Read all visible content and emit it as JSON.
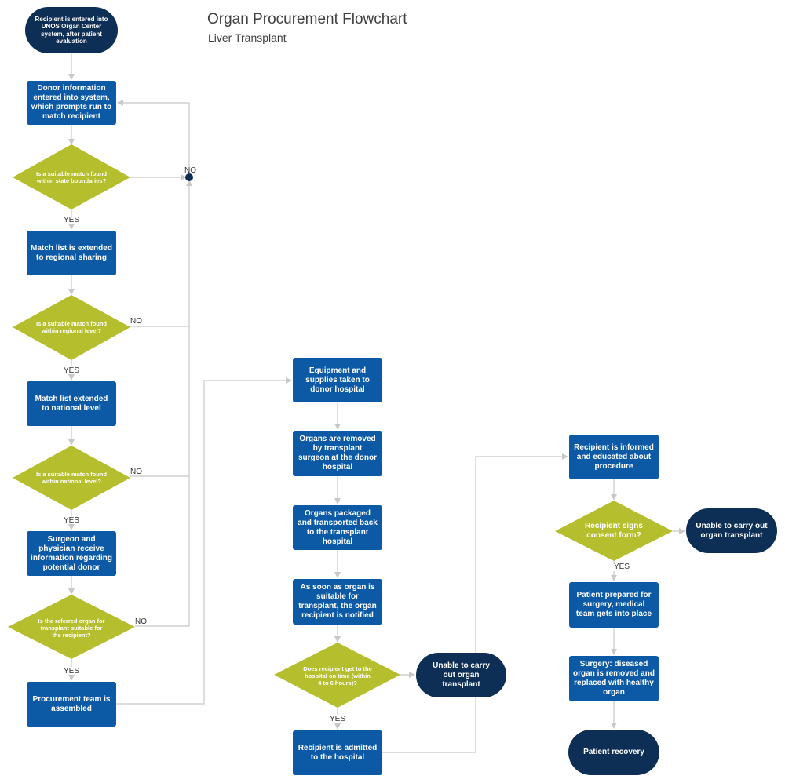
{
  "header": {
    "title": "Organ Procurement Flowchart",
    "subtitle": "Liver Transplant"
  },
  "colors": {
    "process": "#0c5aa6",
    "terminator": "#0d2e55",
    "decision": "#b5bf2d",
    "connector": "#c8c8c8"
  },
  "nodes": {
    "start": "Recipient is entered into UNOS Organ Center system, after patient evaluation",
    "donor_info": "Donor information entered into system, which prompts run to match recipient",
    "dec_state": "Is a suitable match found within state boundaries?",
    "regional_list": "Match list is extended to regional sharing",
    "dec_regional": "Is a suitable match found within regional level?",
    "national_list": "Match list extended to national level",
    "dec_national": "Is a suitable match found within national level?",
    "surgeon_info": "Surgeon and physician receive information regarding potential donor",
    "dec_suitable": "Is the referred organ for transplant suitable for the recipient?",
    "procurement": "Procurement team is assembled",
    "equipment": "Equipment and supplies taken to donor hospital",
    "organs_removed": "Organs are removed by transplant surgeon at the donor hospital",
    "organs_packaged": "Organs packaged and transported back to the transplant hospital",
    "notified": "As soon as organ is suitable for transplant, the organ recipient is notified",
    "dec_time": "Does recipient get to the hospital on time (within 4 to 6 hours)?",
    "unable_1": "Unable to carry out organ transplant",
    "admitted": "Recipient is admitted to the hospital",
    "informed": "Recipient is informed and educated about procedure",
    "dec_consent": "Recipient signs consent form?",
    "unable_2": "Unable to carry out organ transplant",
    "prepared": "Patient prepared for surgery, medical team gets into place",
    "surgery": "Surgery: diseased organ is removed and replaced with healthy organ",
    "recovery": "Patient recovery"
  },
  "labels": {
    "yes": "YES",
    "no": "NO"
  }
}
